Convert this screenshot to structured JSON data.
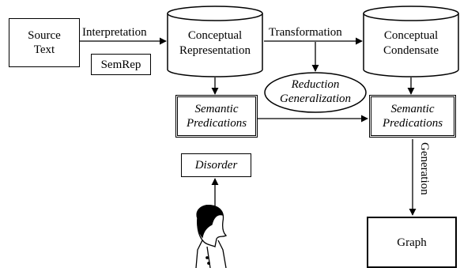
{
  "nodes": {
    "source_text": [
      "Source",
      "Text"
    ],
    "semrep": "SemRep",
    "conceptual_representation": [
      "Conceptual",
      "Representation"
    ],
    "conceptual_condensate": [
      "Conceptual",
      "Condensate"
    ],
    "reduction_generalization": [
      "Reduction",
      "Generalization"
    ],
    "semantic_predications_left": [
      "Semantic",
      "Predications"
    ],
    "semantic_predications_right": [
      "Semantic",
      "Predications"
    ],
    "disorder": "Disorder",
    "graph": "Graph"
  },
  "edges": {
    "interpretation": "Interpretation",
    "transformation": "Transformation",
    "generation": "Generation"
  }
}
